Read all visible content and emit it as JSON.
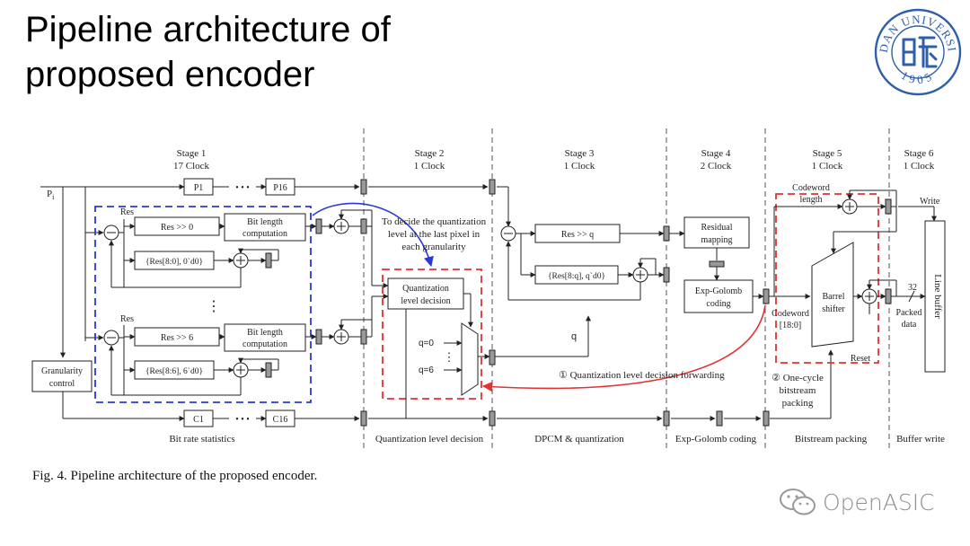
{
  "slide": {
    "title_line1": "Pipeline architecture of",
    "title_line2": "proposed encoder",
    "caption": "Fig. 4.   Pipeline architecture of the proposed encoder.",
    "watermark": "OpenASIC",
    "logo": {
      "icon": "fudan-university-seal-icon",
      "color": "#2f5fa8",
      "text_top": "FUDAN UNIVERSITY",
      "text_bottom": "1905"
    }
  },
  "diagram": {
    "stages": [
      {
        "name": "Stage 1",
        "clock": "17 Clock",
        "bottom_label": "Bit rate statistics"
      },
      {
        "name": "Stage 2",
        "clock": "1 Clock",
        "bottom_label": "Quantization level decision"
      },
      {
        "name": "Stage 3",
        "clock": "1 Clock",
        "bottom_label": "DPCM & quantization"
      },
      {
        "name": "Stage 4",
        "clock": "2 Clock",
        "bottom_label": "Exp-Golomb coding"
      },
      {
        "name": "Stage 5",
        "clock": "1 Clock",
        "bottom_label": "Bitstream packing"
      },
      {
        "name": "Stage 6",
        "clock": "1 Clock",
        "bottom_label": "Buffer write"
      }
    ],
    "blocks": {
      "p1": "P1",
      "p16": "P16",
      "dots": "• • •",
      "c1": "C1",
      "c16": "C16",
      "res_shift_0": "Res >> 0",
      "res_shift_6": "Res >> 6",
      "res_concat_0": "{Res[8:0], 0`d0}",
      "res_concat_6": "{Res[8:6], 6`d0}",
      "bitlen_1": "Bit length",
      "bitlen_2": "computation",
      "gran_1": "Granularity",
      "gran_2": "control",
      "qld_1": "Quantization",
      "qld_2": "level decision",
      "res_shift_q": "Res >> q",
      "res_concat_q": "{Res[8:q], q`d0}",
      "resmap_1": "Residual",
      "resmap_2": "mapping",
      "expg_1": "Exp-Golomb",
      "expg_2": "coding",
      "barrel_1": "Barrel",
      "barrel_2": "shifter",
      "line_buffer": "Line buffer"
    },
    "labels": {
      "pi": "P",
      "pi_sub": "i",
      "res_top": "Res",
      "res_mid": "Res",
      "vdots": "⋮",
      "decide_1": "To decide the quantization",
      "decide_2": "level at the last pixel in",
      "decide_3": "each granularity",
      "q0": "q=0",
      "q6": "q=6",
      "q": "q",
      "forwarding": "① Quantization level decision forwarding",
      "onecycle_1": "② One-cycle",
      "onecycle_2": "bitstream",
      "onecycle_3": "packing",
      "codeword_len_1": "Codeword",
      "codeword_len_2": "length",
      "write": "Write",
      "codeword_1": "Codeword",
      "codeword_2": "[18:0]",
      "bus_width": "32",
      "packed_1": "Packed",
      "packed_2": "data",
      "reset": "Reset"
    }
  }
}
